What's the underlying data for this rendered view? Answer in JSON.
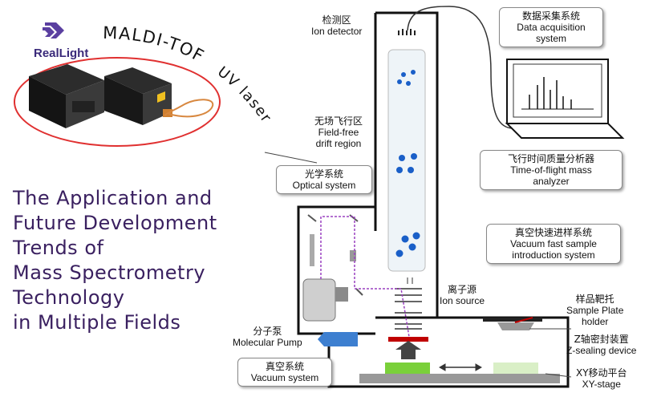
{
  "brand": {
    "name": "RealLight"
  },
  "laser": {
    "word1": "MALDI-TOF",
    "word2": "UV laser"
  },
  "headline": {
    "lines": [
      "The Application and",
      "Future Development",
      "Trends of",
      "Mass Spectrometry",
      "Technology",
      "in Multiple Fields"
    ]
  },
  "labels": {
    "ion_detector": {
      "cn": "检测区",
      "en": "Ion detector"
    },
    "data_acq": {
      "cn": "数据采集系统",
      "en1": "Data acquisition",
      "en2": "system"
    },
    "drift": {
      "cn": "无场飞行区",
      "en1": "Field-free",
      "en2": "drift region"
    },
    "tof": {
      "cn": "飞行时间质量分析器",
      "en1": "Time-of-flight mass",
      "en2": "analyzer"
    },
    "optical": {
      "cn": "光学系统",
      "en": "Optical system"
    },
    "vacuum_fast": {
      "cn": "真空快速进样系统",
      "en1": "Vacuum fast sample",
      "en2": "introduction system"
    },
    "ion_source": {
      "cn": "离子源",
      "en": "Ion source"
    },
    "sample_plate": {
      "cn": "样品靶托",
      "en1": "Sample Plate",
      "en2": "holder"
    },
    "z_seal": {
      "cn": "Z轴密封装置",
      "en": "Z-sealing device"
    },
    "mol_pump": {
      "cn": "分子泵",
      "en": "Molecular Pump"
    },
    "vacuum": {
      "cn": "真空系统",
      "en": "Vacuum system"
    },
    "xy_stage": {
      "cn": "XY移动平台",
      "en": "XY-stage"
    }
  },
  "colors": {
    "accent_red": "#e03030",
    "headline": "#3a2060",
    "ion_blue": "#1a5fc8",
    "pump_blue": "#3d7fd0",
    "stage_green": "#7ad03a",
    "stage_light": "#d9efc6",
    "laser_beam": "#9a40c0"
  }
}
